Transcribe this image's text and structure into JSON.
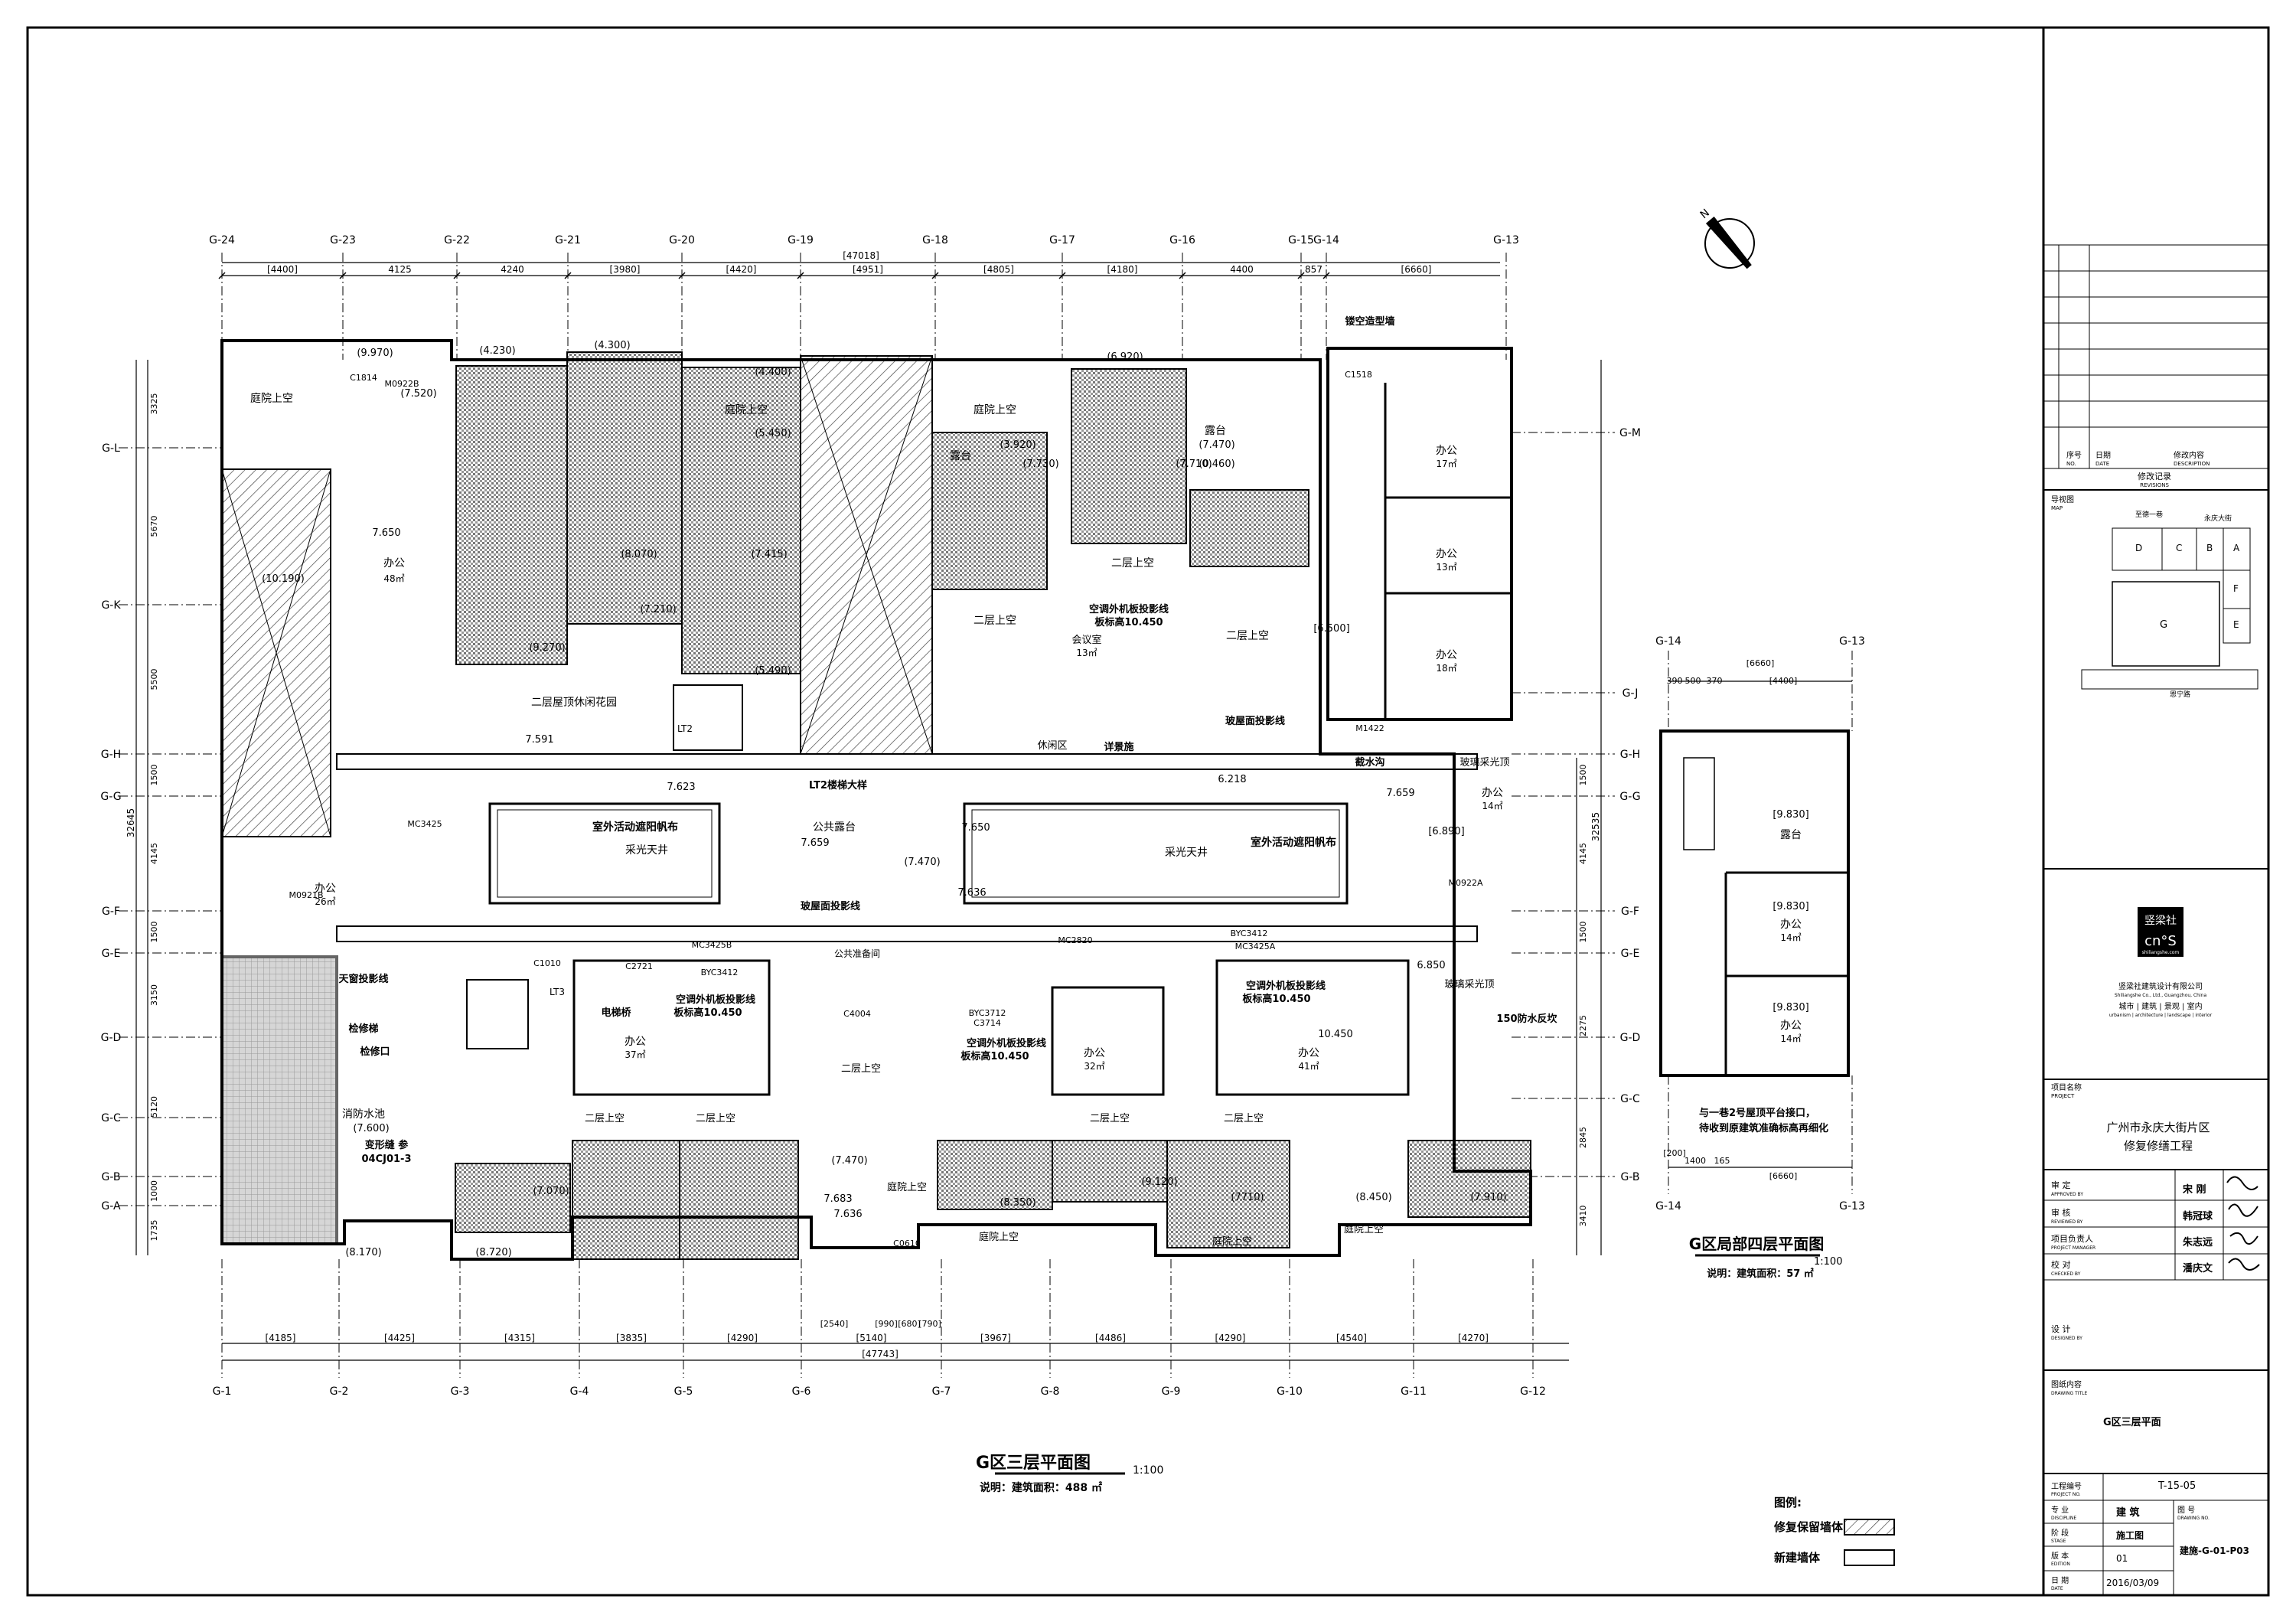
{
  "drawing": {
    "north_label": "N",
    "main_plan": {
      "title": "G区三层平面图",
      "scale": "1:100",
      "note": "说明：建筑面积：488 ㎡",
      "top_grid": [
        "G-24",
        "G-23",
        "G-22",
        "G-21",
        "G-20",
        "G-19",
        "G-18",
        "G-17",
        "G-16",
        "G-15",
        "G-14",
        "G-13"
      ],
      "bottom_grid": [
        "G-1",
        "G-2",
        "G-3",
        "G-4",
        "G-5",
        "G-6",
        "G-7",
        "G-8",
        "G-9",
        "G-10",
        "G-11",
        "G-12"
      ],
      "left_grid": [
        "G-L",
        "G-K",
        "G-H",
        "G-G",
        "G-F",
        "G-E",
        "G-D",
        "G-C",
        "G-B",
        "G-A"
      ],
      "right_grid": [
        "G-M",
        "G-J",
        "G-H",
        "G-G",
        "G-F",
        "G-E",
        "G-D",
        "G-C",
        "G-B"
      ],
      "top_overall_dim": "[47018]",
      "top_dims": [
        "[4400]",
        "4125",
        "4240",
        "[3980]",
        "[4420]",
        "[4951]",
        "[4805]",
        "[4180]",
        "4400",
        "857",
        "[6660]"
      ],
      "bottom_overall_dim": "[47743]",
      "bottom_dims": [
        "[4185]",
        "[4425]",
        "[4315]",
        "[3835]",
        "[4290]",
        "[5140]",
        "[3967]",
        "[4486]",
        "[4290]",
        "[4540]",
        "[4270]"
      ],
      "bottom_sub_dims": [
        "[2540]",
        "[990]",
        "[680]",
        "[790]"
      ],
      "left_dims": [
        "3325",
        "5670",
        "5500",
        "1500",
        "4145",
        "1500",
        "3150",
        "5120",
        "1000",
        "1735"
      ],
      "left_overall_dim": "32645",
      "right_dims": [
        "1500",
        "4145",
        "1500",
        "2275",
        "2845",
        "3410"
      ],
      "right_overall_dim": "32535",
      "rooms": {
        "courtyard_void_nw": "庭院上空",
        "office_48": "办公",
        "office_48_area": "48㎡",
        "roof_garden": "二层屋顶休闲花园",
        "courtyard_void_n": "庭院上空",
        "terrace_n": "露台",
        "second_floor_void": "二层上空",
        "meeting_room": "会议室",
        "meeting_room_area": "13㎡",
        "terrace_ne": "露台",
        "office_17": "办公",
        "office_17_area": "17㎡",
        "office_13": "办公",
        "office_13_area": "13㎡",
        "office_18": "办公",
        "office_18_area": "18㎡",
        "public_terrace": "公共露台",
        "skylight_w": "采光天井",
        "skylight_e": "采光天井",
        "sunshade_w": "室外活动遮阳帆布",
        "sunshade_e": "室外活动遮阳帆布",
        "office_26": "办公",
        "office_26_area": "26㎡",
        "leisure_area": "休闲区",
        "detail_label": "详景施",
        "glass_skylight_1": "玻璃采光顶",
        "glass_skylight_2": "玻璃采光顶",
        "office_14_g": "办公",
        "office_14_g_area": "14㎡",
        "office_37": "办公",
        "office_37_area": "37㎡",
        "office_32": "办公",
        "office_32_area": "32㎡",
        "office_41": "办公",
        "office_41_area": "41㎡",
        "public_storage": "公共准备间",
        "projection_line": "天窗投影线",
        "maintenance_ladder": "检修梯",
        "maintenance_hatch": "检修口",
        "fire_pool": "消防水池",
        "fire_pool_level": "(7.600)",
        "deformation_joint": "变形缝 参",
        "joint_ref": "04CJ01-3",
        "elevator_room": "电梯桥",
        "lt3": "LT3",
        "lt2": "LT2",
        "lt2_detail": "LT2楼梯大样",
        "ac_projection_1": "空调外机板投影线",
        "ac_level_1": "板标高10.450",
        "ac_projection_2": "空调外机板投影线",
        "ac_level_2": "板标高10.450",
        "ac_projection_3": "空调外机板投影线",
        "ac_level_3": "板标高10.450",
        "ac_projection_4": "空调外机板投影线",
        "ac_level_4": "板标高10.450",
        "glass_roof_projection": "玻屋面投影线",
        "glass_roof_projection_2": "玻屋面投影线",
        "drain_ditch": "截水沟",
        "waterproof": "150防水反坎",
        "hollow_wall": "镂空造型墙",
        "courtyard_void_s1": "庭院上空",
        "courtyard_void_s2": "庭院上空",
        "courtyard_void_s3": "庭院上空",
        "courtyard_void_s4": "庭院上空",
        "second_void_s1": "二层上空",
        "second_void_s2": "二层上空",
        "second_void_s3": "二层上空",
        "second_void_s4": "二层上空",
        "second_void_s5": "二层上空",
        "second_void_center": "二层上空",
        "second_void_mid": "二层上空"
      },
      "elevations": [
        "(9.970)",
        "(7.520)",
        "(4.230)",
        "(4.300)",
        "(4.400)",
        "(5.450)",
        "(3.920)",
        "(7.730)",
        "(6.920)",
        "(7.470)",
        "(0.460)",
        "(7.710)",
        "(8.070)",
        "(7.415)",
        "(7.210)",
        "(9.270)",
        "(5.490)",
        "(10.190)",
        "7.650",
        "7.591",
        "7.623",
        "7.659",
        "7.636",
        "(7.470)",
        "7.650",
        "6.218",
        "[6.500]",
        "[6.890]",
        "6.850",
        "7.659",
        "(8.170)",
        "(8.720)",
        "(7.070)",
        "(8.350)",
        "(9.120)",
        "(7710)",
        "(8.450)",
        "(7.910)",
        "(7.470)",
        "7.683",
        "7.636",
        "10.450"
      ],
      "doors": [
        "C1814",
        "M0922B",
        "MC3425",
        "C1010",
        "C2721",
        "BYC3412",
        "MC3425B",
        "MC3425A",
        "BYC3712",
        "C3714",
        "C4004",
        "C0610",
        "M0921B",
        "M1422",
        "C1518",
        "M0922A",
        "MC2820",
        "BYC3412"
      ]
    },
    "sub_plan": {
      "title": "G区局部四层平面图",
      "scale": "1:100",
      "note": "说明：建筑面积：57 ㎡",
      "top_grid": [
        "G-14",
        "G-13"
      ],
      "bottom_grid": [
        "G-14",
        "G-13"
      ],
      "rooms": {
        "terrace": "露台",
        "terrace_level": "[9.830]",
        "office_a": "办公",
        "office_a_area": "14㎡",
        "office_a_level": "[9.830]",
        "office_b": "办公",
        "office_b_area": "14㎡",
        "office_b_level": "[9.830]"
      },
      "top_dims": [
        "[6660]",
        "390",
        "500",
        "370",
        "[4400]"
      ],
      "bottom_dims": [
        "[200]",
        "1400",
        "165",
        "[6660]"
      ],
      "note_text_1": "与一巷2号屋顶平台接口，",
      "note_text_2": "待收到原建筑准确标高再细化"
    },
    "legend": {
      "title": "图例:",
      "items": [
        {
          "label": "修复保留墙体"
        },
        {
          "label": "新建墙体"
        }
      ]
    },
    "title_block": {
      "revisions_heading": "修改记录",
      "revisions_heading_en": "REVISIONS",
      "rev_cols": [
        "序号",
        "日期",
        "修改内容"
      ],
      "rev_cols_en": [
        "NO.",
        "DATE",
        "DESCRIPTION"
      ],
      "map_heading": "导视图",
      "map_heading_en": "MAP",
      "map_roads": [
        "至德一巷",
        "永庆大街",
        "恩宁路"
      ],
      "map_blocks": [
        "D",
        "C",
        "B",
        "A",
        "F",
        "E",
        "G"
      ],
      "company_logo_cn": "竖梁社",
      "company_logo_en": "cn°S",
      "company_url": "shiliangshe.com",
      "company_name": "竖梁社建筑设计有限公司",
      "company_name_en": "Shiliangshe Co., Ltd., Guangzhou, China",
      "company_services": "城市 | 建筑 | 景观 | 室内",
      "company_services_en": "urbanism | architecture | landscape | interior",
      "project_label": "项目名称",
      "project_label_en": "PROJECT",
      "project_name_1": "广州市永庆大街片区",
      "project_name_2": "修复修缮工程",
      "approved_label": "审 定",
      "approved_label_en": "APPROVED BY",
      "approved_name": "宋 刚",
      "reviewed_label": "审 核",
      "reviewed_label_en": "REVIEWED BY",
      "reviewed_name": "韩冠球",
      "pm_label": "项目负责人",
      "pm_label_en": "PROJECT MANAGER",
      "pm_name": "朱志远",
      "checked_label": "校 对",
      "checked_label_en": "CHECKED BY",
      "checked_name": "潘庆文",
      "designed_label": "设 计",
      "designed_label_en": "DESIGNED BY",
      "drawing_title_label": "图纸内容",
      "drawing_title_label_en": "DRAWING TITLE",
      "drawing_title": "G区三层平面",
      "project_no_label": "工程编号",
      "project_no_label_en": "PROJECT NO.",
      "project_no": "T-15-05",
      "discipline_label": "专 业",
      "discipline_label_en": "DISCIPLINE",
      "discipline": "建 筑",
      "drawing_no_label": "图 号",
      "drawing_no_label_en": "DRAWING NO.",
      "drawing_no": "建施-G-01-P03",
      "stage_label": "阶 段",
      "stage_label_en": "STAGE",
      "stage": "施工图",
      "edition_label": "版 本",
      "edition_label_en": "EDITION",
      "edition": "01",
      "date_label": "日 期",
      "date_label_en": "DATE",
      "date": "2016/03/09"
    },
    "colors": {
      "line": "#000000",
      "paper": "#ffffff",
      "hatch": "#555555"
    },
    "icons": [
      "north-arrow-icon",
      "section-marker-icon"
    ]
  }
}
